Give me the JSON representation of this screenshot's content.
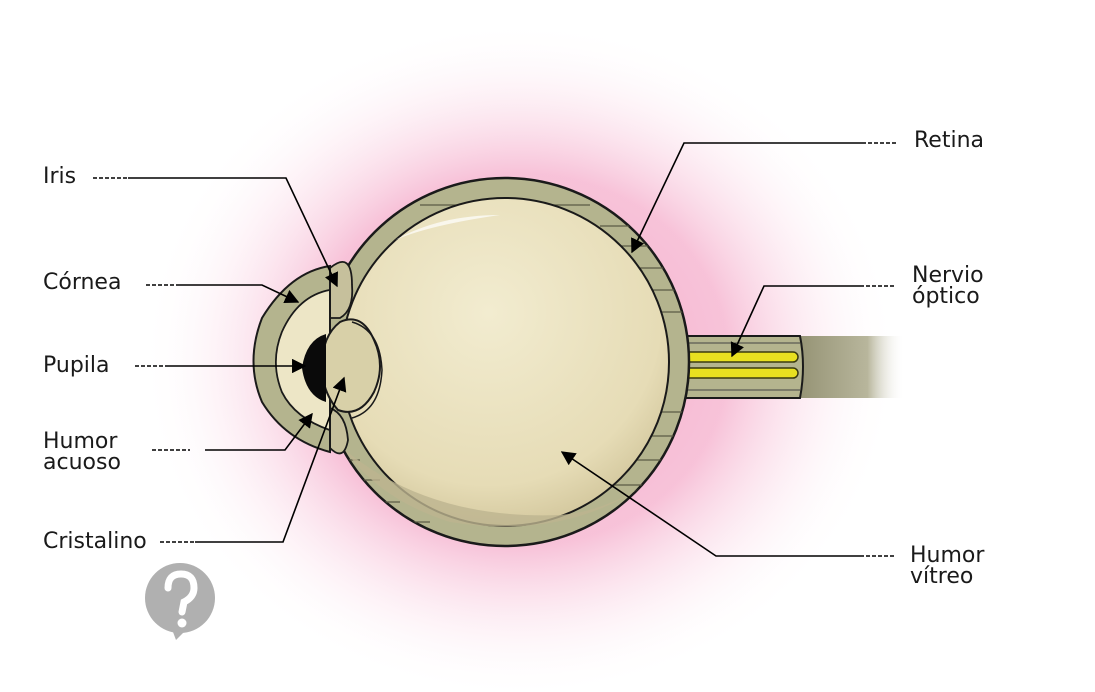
{
  "labels": {
    "iris": "Iris",
    "cornea": "Córnea",
    "pupila": "Pupila",
    "humor_acuoso_1": "Humor",
    "humor_acuoso_2": "acuoso",
    "cristalino": "Cristalino",
    "retina": "Retina",
    "nervio_optico_1": "Nervio",
    "nervio_optico_2": "óptico",
    "humor_vitreo_1": "Humor",
    "humor_vitreo_2": "vítreo"
  },
  "colors": {
    "sclera": "#b4b48e",
    "vitreous": "#eae2c0",
    "lens": "#d8d0a8",
    "pupil": "#0a0a0a",
    "nerve_fiber": "#e8e020",
    "glow": "#f4a8c8",
    "logo": "#b0b0b0"
  },
  "icons": {
    "logo": "question-bubble-icon"
  }
}
